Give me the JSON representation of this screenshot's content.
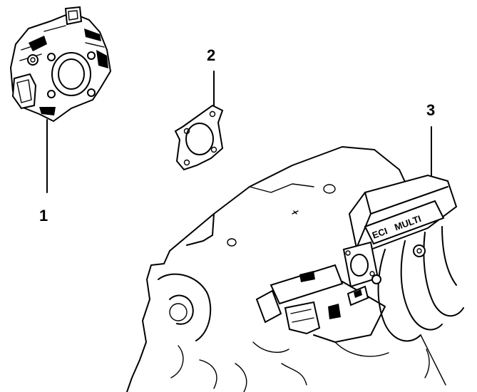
{
  "callouts": [
    {
      "id": "1",
      "label": "1",
      "part": "throttle-body"
    },
    {
      "id": "2",
      "label": "2",
      "part": "gasket"
    },
    {
      "id": "3",
      "label": "3",
      "part": "intake-manifold"
    }
  ],
  "intake_emblem": {
    "line1": "ECI",
    "line2": "MULTI"
  },
  "colors": {
    "ink": "#000000",
    "paper": "#ffffff"
  }
}
